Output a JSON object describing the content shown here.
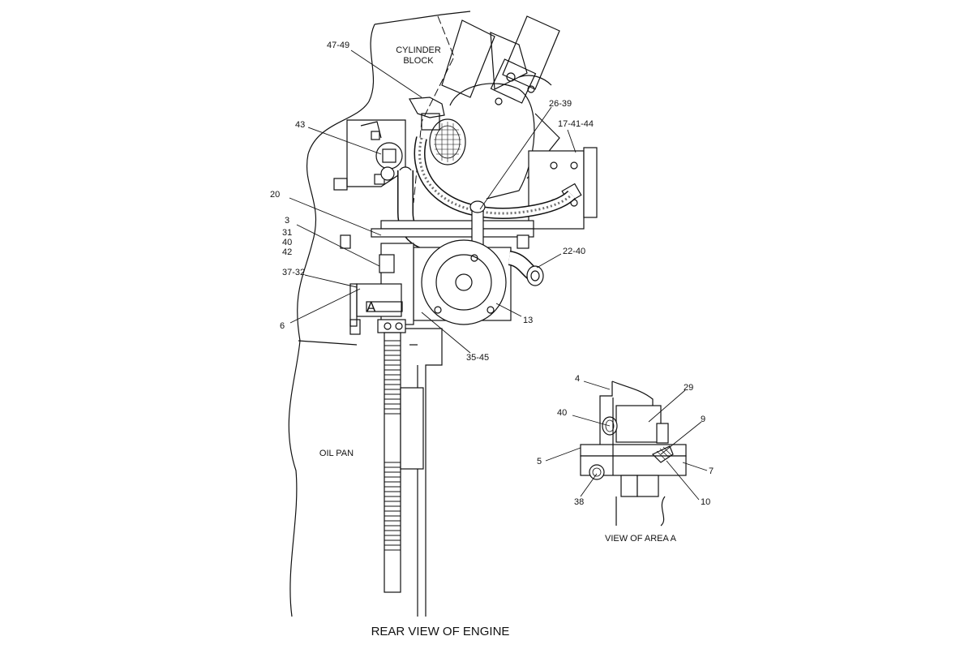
{
  "labels": {
    "cylinder_block_1": "CYLINDER",
    "cylinder_block_2": "BLOCK",
    "oil_pan": "OIL PAN",
    "area_marker": "A",
    "view_of_area": "VIEW OF AREA A",
    "caption": "REAR VIEW OF ENGINE"
  },
  "callouts": {
    "c47_49": "47-49",
    "c26_39": "26-39",
    "c17_41_44": "17-41-44",
    "c43": "43",
    "c20": "20",
    "c3": "3",
    "c31": "31",
    "c40a": "40",
    "c42": "42",
    "c22_40": "22-40",
    "c37_32": "37-32",
    "c6": "6",
    "c13": "13",
    "c35_45": "35-45",
    "d4": "4",
    "d29": "29",
    "d40": "40",
    "d9": "9",
    "d5": "5",
    "d7": "7",
    "d38": "38",
    "d10": "10"
  }
}
